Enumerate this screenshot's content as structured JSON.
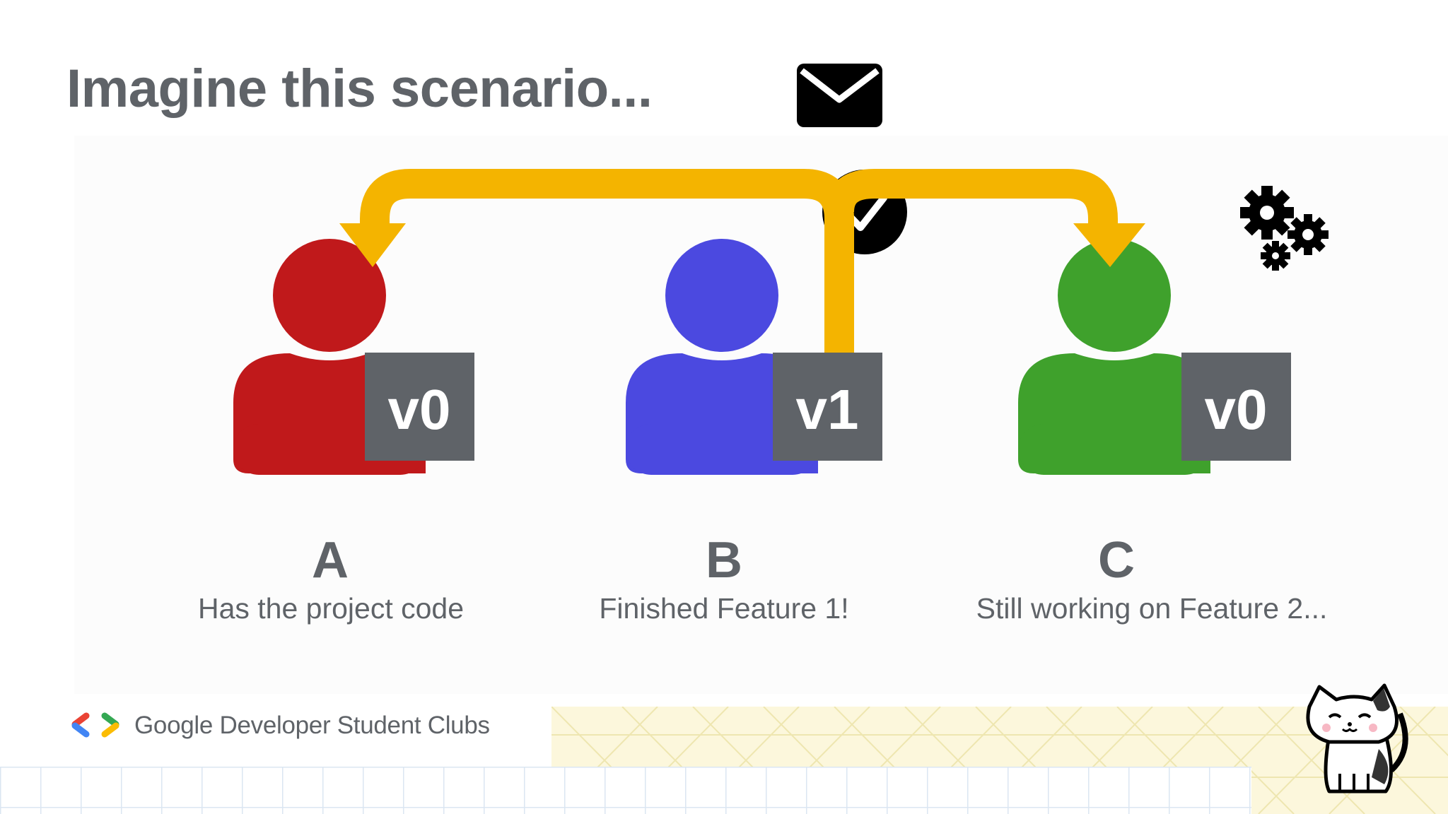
{
  "slide": {
    "title": "Imagine this scenario...",
    "colors": {
      "title": "#5f6368",
      "arrow": "#f4b400",
      "person_a": "#c0191b",
      "person_b": "#4b49e0",
      "person_c": "#3fa12c",
      "version_box": "#5f6368"
    },
    "icons": {
      "envelope": "envelope-icon",
      "check": "check-circle-icon",
      "gears": "gears-icon",
      "cat": "cat-mascot"
    },
    "people": [
      {
        "letter": "A",
        "description": "Has the project code",
        "version": "v0"
      },
      {
        "letter": "B",
        "description": "Finished Feature 1!",
        "version": "v1"
      },
      {
        "letter": "C",
        "description": "Still working on Feature 2...",
        "version": "v0"
      }
    ]
  },
  "footer": {
    "brand": "Google Developer Student Clubs"
  }
}
